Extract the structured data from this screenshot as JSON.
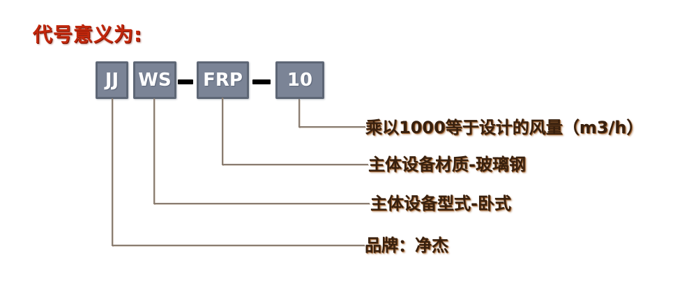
{
  "title": "代号意义为:",
  "boxes": [
    {
      "code": "JJ"
    },
    {
      "code": "WS"
    },
    {
      "code": "FRP"
    },
    {
      "code": "10"
    }
  ],
  "labels": [
    {
      "text": "乘以1000等于设计的风量（m3/h）"
    },
    {
      "text": "主体设备材质-玻璃钢"
    },
    {
      "text": "主体设备型式-卧式"
    },
    {
      "text": "品牌：净杰"
    }
  ],
  "colors": {
    "title-red": "#c2270c",
    "box-fill": "#7b8496",
    "box-border": "#5d6675",
    "box-text": "#ffffff",
    "dash-black": "#000000",
    "line-brown": "#8a7d71",
    "label-brown": "#38200e"
  }
}
